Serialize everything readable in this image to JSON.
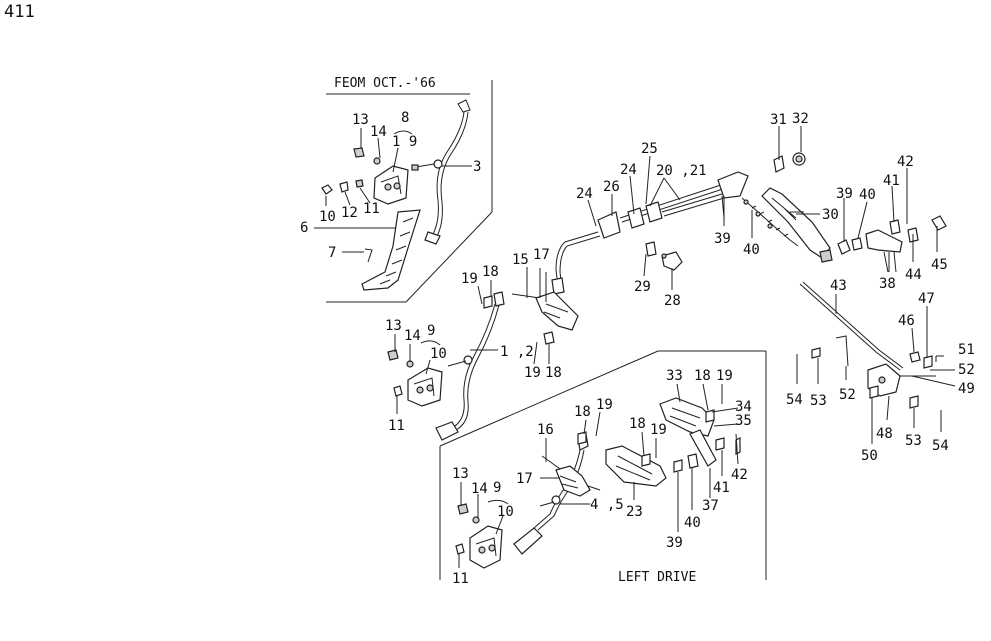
{
  "page_number": "411",
  "inset_top_title": "FEOM OCT.-'66",
  "inset_bottom_title": "LEFT DRIVE",
  "callouts": {
    "c1": "13",
    "c2": "8",
    "c3": "14",
    "c4": "1 9",
    "c5": "3",
    "c6": "10",
    "c7": "12",
    "c8": "11",
    "c9": "6",
    "c10": "7",
    "c11": "31",
    "c12": "32",
    "c13": "42",
    "c14": "41",
    "c15": "39",
    "c16": "40",
    "c17": "30",
    "c18": "25",
    "c19": "24",
    "c20": "20 ,21",
    "c21": "24",
    "c22": "26",
    "c23": "39",
    "c24": "40",
    "c25": "44",
    "c26": "45",
    "c27": "38",
    "c28": "17",
    "c29": "15",
    "c30": "29",
    "c31": "28",
    "c32": "19",
    "c33": "18",
    "c34": "43",
    "c35": "47",
    "c36": "46",
    "c37": "51",
    "c38": "52",
    "c39": "49",
    "c40": "13",
    "c41": "14",
    "c42": "9",
    "c43": "10",
    "c44": "1 ,2",
    "c45": "19",
    "c46": "18",
    "c47": "11",
    "c48": "54",
    "c49": "53",
    "c50": "52",
    "c51": "48",
    "c52": "50",
    "c53": "53",
    "c54": "54",
    "c55": "33",
    "c56": "18",
    "c57": "19",
    "c58": "34",
    "c59": "35",
    "c60": "18",
    "c61": "19",
    "c62": "18",
    "c63": "19",
    "c64": "16",
    "c65": "42",
    "c66": "41",
    "c67": "37",
    "c68": "13",
    "c69": "17",
    "c70": "14",
    "c71": "9",
    "c72": "4 ,5",
    "c73": "23",
    "c74": "10",
    "c75": "40",
    "c76": "39",
    "c77": "11"
  }
}
